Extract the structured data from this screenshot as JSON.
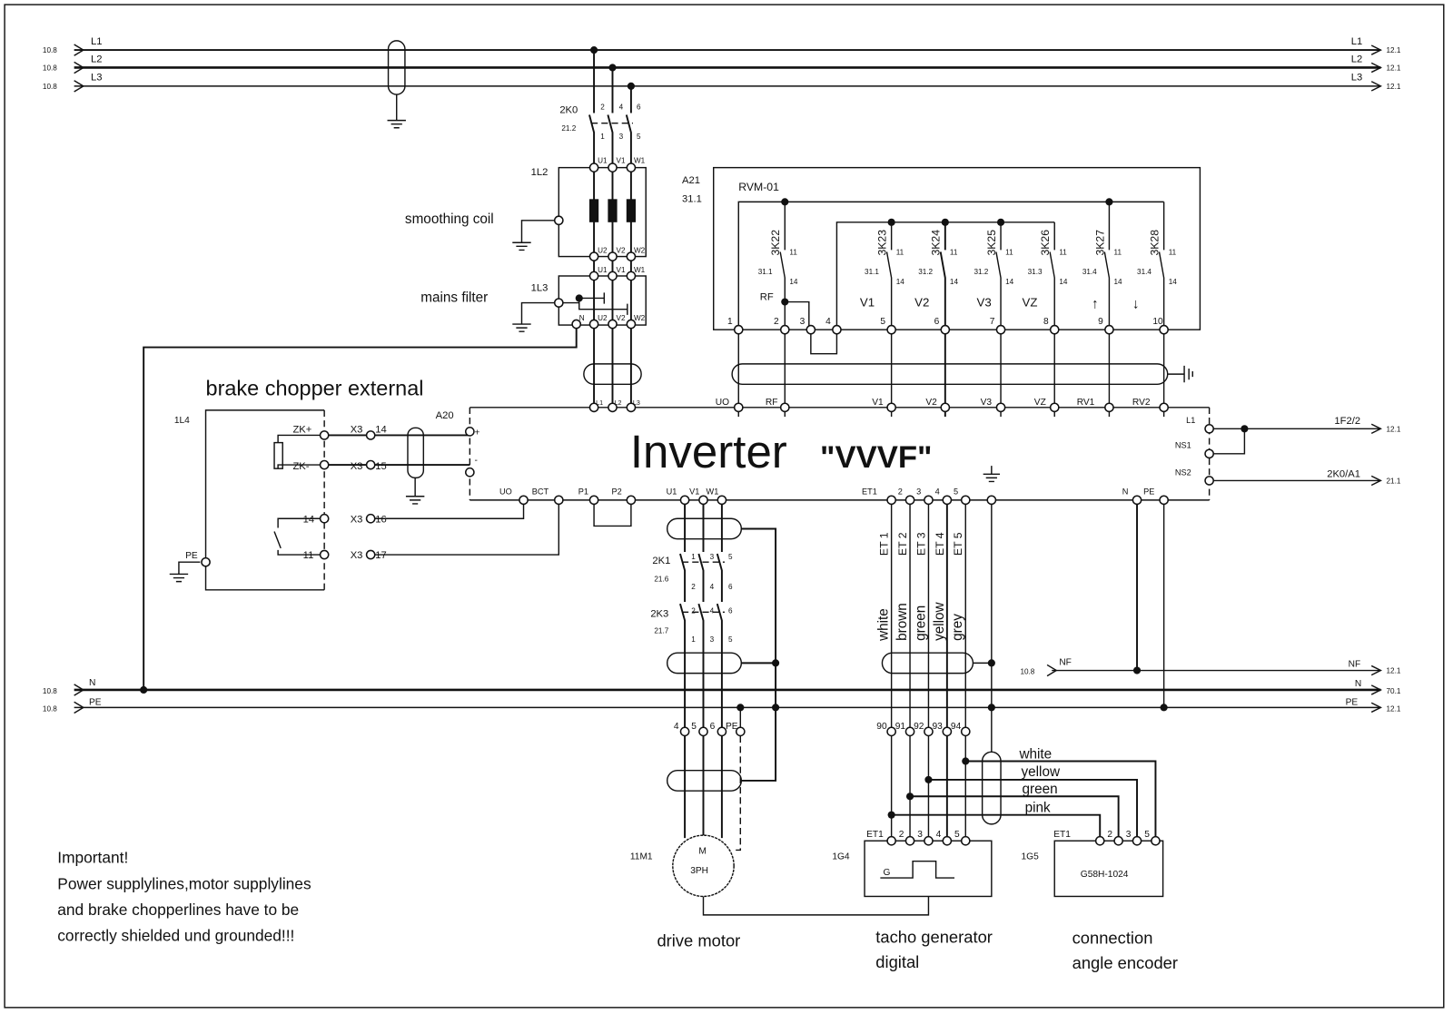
{
  "mains": {
    "L1": "L1",
    "L2": "L2",
    "L3": "L3",
    "N": "N",
    "PE": "PE",
    "NF": "NF",
    "ref_in": "10.8",
    "ref_out": "12.1",
    "ref_N_out": "70.1"
  },
  "contactor_2K0": {
    "name": "2K0",
    "ref": "21.2",
    "contacts_top": [
      "2",
      "4",
      "6"
    ],
    "contacts_bottom": [
      "1",
      "3",
      "5"
    ]
  },
  "smoothing_coil": {
    "id": "1L2",
    "label": "smoothing coil",
    "in": [
      "U1",
      "V1",
      "W1"
    ],
    "out": [
      "U2",
      "V2",
      "W2"
    ]
  },
  "mains_filter": {
    "id": "1L3",
    "label": "mains filter",
    "in": [
      "U1",
      "V1",
      "W1"
    ],
    "out": [
      "N",
      "U2",
      "V2",
      "W2"
    ]
  },
  "rvm": {
    "id": "A21",
    "ref": "31.1",
    "name": "RVM-01",
    "relays": [
      {
        "name": "3K22",
        "ref": "31.1",
        "c1": "11",
        "c2": "14"
      },
      {
        "name": "3K23",
        "ref": "31.1",
        "c1": "11",
        "c2": "14"
      },
      {
        "name": "3K24",
        "ref": "31.2",
        "c1": "11",
        "c2": "14"
      },
      {
        "name": "3K25",
        "ref": "31.2",
        "c1": "11",
        "c2": "14"
      },
      {
        "name": "3K26",
        "ref": "31.3",
        "c1": "11",
        "c2": "14"
      },
      {
        "name": "3K27",
        "ref": "31.4",
        "c1": "11",
        "c2": "14"
      },
      {
        "name": "3K28",
        "ref": "31.4",
        "c1": "11",
        "c2": "14"
      }
    ],
    "signal_labels": [
      "RF",
      "V1",
      "V2",
      "V3",
      "VZ"
    ],
    "direction_arrows": [
      "↑",
      "↓"
    ],
    "terminals": [
      "1",
      "2",
      "3",
      "4",
      "5",
      "6",
      "7",
      "8",
      "9",
      "10"
    ]
  },
  "inverter": {
    "title": "Inverter",
    "title_suffix": "\"VVVF\"",
    "id": "A20",
    "top_terminals": [
      "L1",
      "L2",
      "L3",
      "UO",
      "RF",
      "V1",
      "V2",
      "V3",
      "VZ",
      "RV1",
      "RV2"
    ],
    "right_terminals": [
      "L1",
      "NS1",
      "NS2"
    ],
    "left_terminals": [
      "+",
      "-"
    ],
    "bottom_terminals": [
      "UO",
      "BCT",
      "P1",
      "P2",
      "U1",
      "V1",
      "W1",
      "ET1",
      "2",
      "3",
      "4",
      "5",
      "N",
      "PE"
    ]
  },
  "outputs": {
    "f2": "1F2/2",
    "f2_ref": "12.1",
    "k0": "2K0/A1",
    "k0_ref": "21.1"
  },
  "brake_chopper": {
    "title": "brake chopper external",
    "id": "1L4",
    "terminals": [
      "ZK+",
      "ZK-",
      "14",
      "11"
    ],
    "x3": "X3",
    "x3_pins": [
      "14",
      "15",
      "16",
      "17"
    ],
    "pe": "PE"
  },
  "motor_circuit": {
    "k1": {
      "name": "2K1",
      "ref": "21.6",
      "top": [
        "1",
        "3",
        "5"
      ],
      "bottom": [
        "2",
        "4",
        "6"
      ]
    },
    "k3": {
      "name": "2K3",
      "ref": "21.7",
      "top": [
        "2",
        "4",
        "6"
      ],
      "bottom": [
        "1",
        "3",
        "5"
      ]
    },
    "terminals": [
      "4",
      "5",
      "6",
      "PE"
    ],
    "motor_id": "11M1",
    "motor_symbol": "M",
    "motor_type": "3PH",
    "caption": "drive motor"
  },
  "encoder_cable": {
    "et_labels": [
      "ET 1",
      "ET 2",
      "ET 3",
      "ET 4",
      "ET 5"
    ],
    "colors": [
      "white",
      "brown",
      "green",
      "yellow",
      "grey"
    ],
    "terminals": [
      "90",
      "91",
      "92",
      "93",
      "94"
    ]
  },
  "tacho": {
    "id": "1G4",
    "terminals": [
      "ET1",
      "2",
      "3",
      "4",
      "5"
    ],
    "symbol": "G",
    "caption": [
      "tacho generator",
      "digital"
    ]
  },
  "encoder": {
    "id": "1G5",
    "terminals": [
      "ET1",
      "2",
      "3",
      "5"
    ],
    "model": "G58H-1024",
    "wire_colors": [
      "white",
      "yellow",
      "green",
      "pink"
    ],
    "caption": [
      "connection",
      "angle encoder"
    ]
  },
  "note": [
    "Important!",
    "Power supplylines,motor supplylines",
    "and brake chopperlines have to be",
    "correctly shielded und grounded!!!"
  ]
}
